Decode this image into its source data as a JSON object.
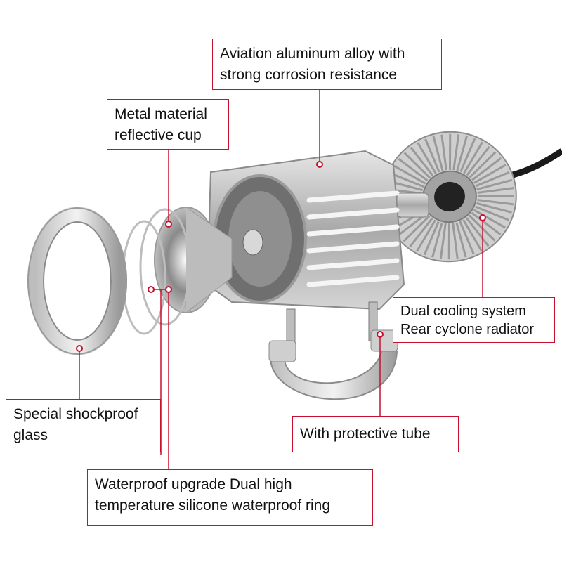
{
  "accent_color": "#c8102e",
  "callouts": {
    "aluminum": {
      "line1": "Aviation aluminum alloy with",
      "line2": "strong corrosion resistance"
    },
    "reflective_cup": {
      "line1": "Metal material",
      "line2": "reflective cup"
    },
    "cooling": {
      "line1": "Dual cooling system",
      "line2": "Rear cyclone radiator"
    },
    "glass": {
      "line1": "Special shockproof",
      "line2": "glass"
    },
    "tube": {
      "line1": "With protective tube"
    },
    "waterproof": {
      "line1": "Waterproof upgrade Dual high",
      "line2": "temperature silicone waterproof ring"
    }
  }
}
